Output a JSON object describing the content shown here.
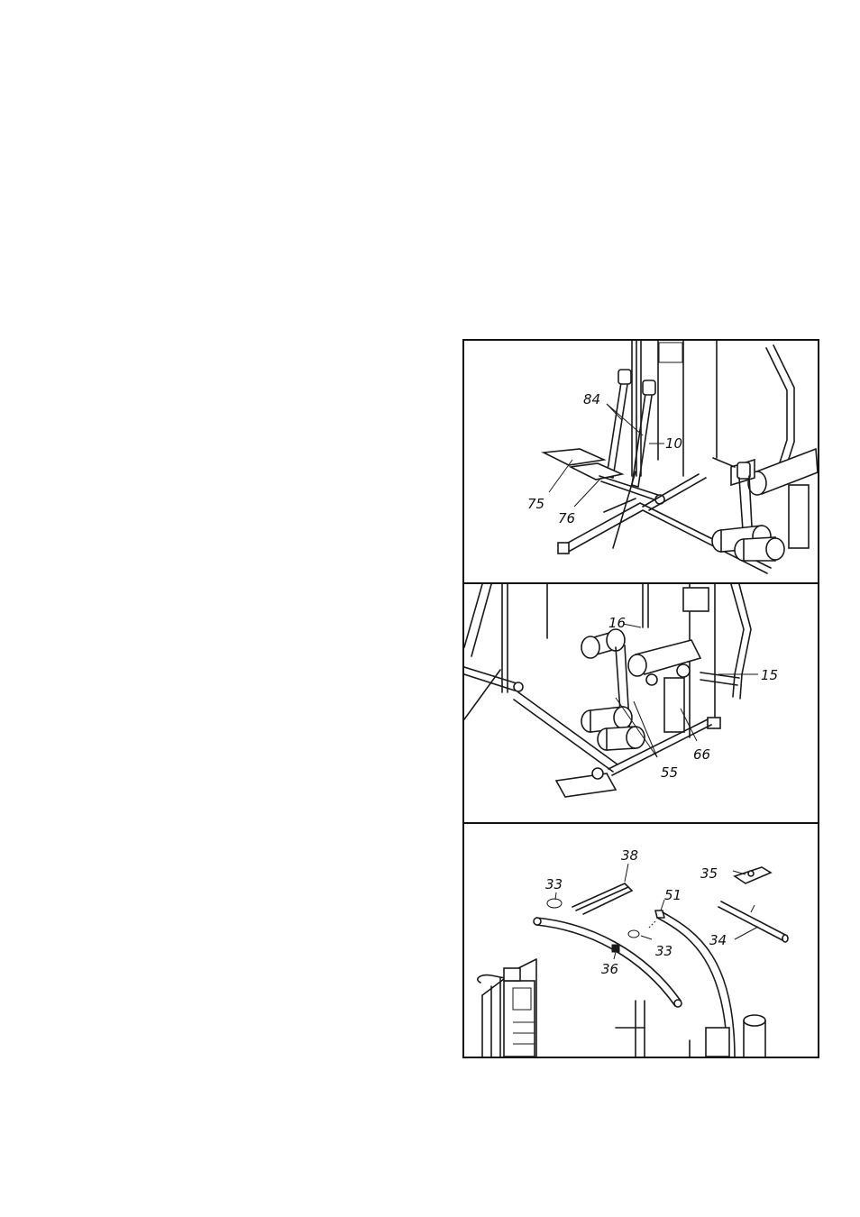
{
  "panels": [
    {
      "callouts": {
        "c84": "84",
        "c10": "10",
        "c75": "75",
        "c76": "76"
      }
    },
    {
      "callouts": {
        "c16": "16",
        "c15": "15",
        "c66": "66",
        "c55": "55"
      }
    },
    {
      "callouts": {
        "c38": "38",
        "c33a": "33",
        "c51": "51",
        "c35": "35",
        "c34": "34",
        "c33b": "33",
        "c36": "36"
      }
    }
  ]
}
